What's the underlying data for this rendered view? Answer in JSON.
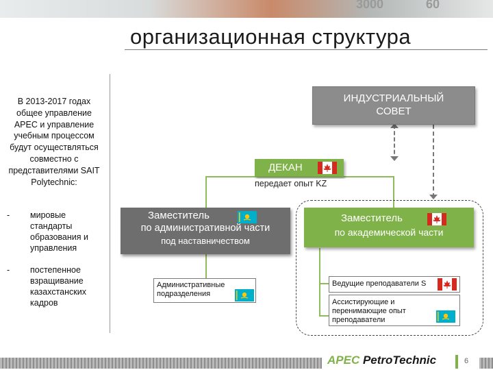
{
  "banner": {
    "numbers": [
      "3000",
      "60"
    ]
  },
  "title": "организационная структура",
  "intro": "В 2013-2017 годах общее управление APEC и управление учебным процессом будут осуществляться совместно с представителями SAIT Polytechnic:",
  "bullets": [
    {
      "dash": "-",
      "text": "мировые стандарты образования и управления"
    },
    {
      "dash": "-",
      "text": "постепенное взращивание казахстанских кадров"
    }
  ],
  "council": {
    "line1": "ИНДУСТРИАЛЬНЫЙ",
    "line2": "СОВЕТ"
  },
  "dean": {
    "label": "ДЕКАН",
    "note": "передает опыт KZ"
  },
  "deputy_admin": {
    "line1": "Заместитель",
    "line2": "по административной части",
    "line3": "под наставничеством"
  },
  "deputy_academic": {
    "line1": "Заместитель",
    "line2": "по академической части"
  },
  "admin_units": {
    "text": "Административные подразделения"
  },
  "lead_teachers": {
    "text": "Ведущие преподаватели S"
  },
  "assistant_teachers": {
    "text": "Ассистирующие и перенимающие опыт преподаватели"
  },
  "footer": {
    "brand_apec": "APEC",
    "brand_petro": "PetroTechnic",
    "page": "6"
  },
  "colors": {
    "green": "#7fb248",
    "grey": "#8c8c8c",
    "dark_grey": "#6e6e6e",
    "flag_red": "#d52b1e",
    "flag_kz": "#00afca",
    "kz_gold": "#fec50c"
  },
  "icons": {
    "canada": "canada-flag-icon",
    "kazakhstan": "kazakhstan-flag-icon"
  }
}
